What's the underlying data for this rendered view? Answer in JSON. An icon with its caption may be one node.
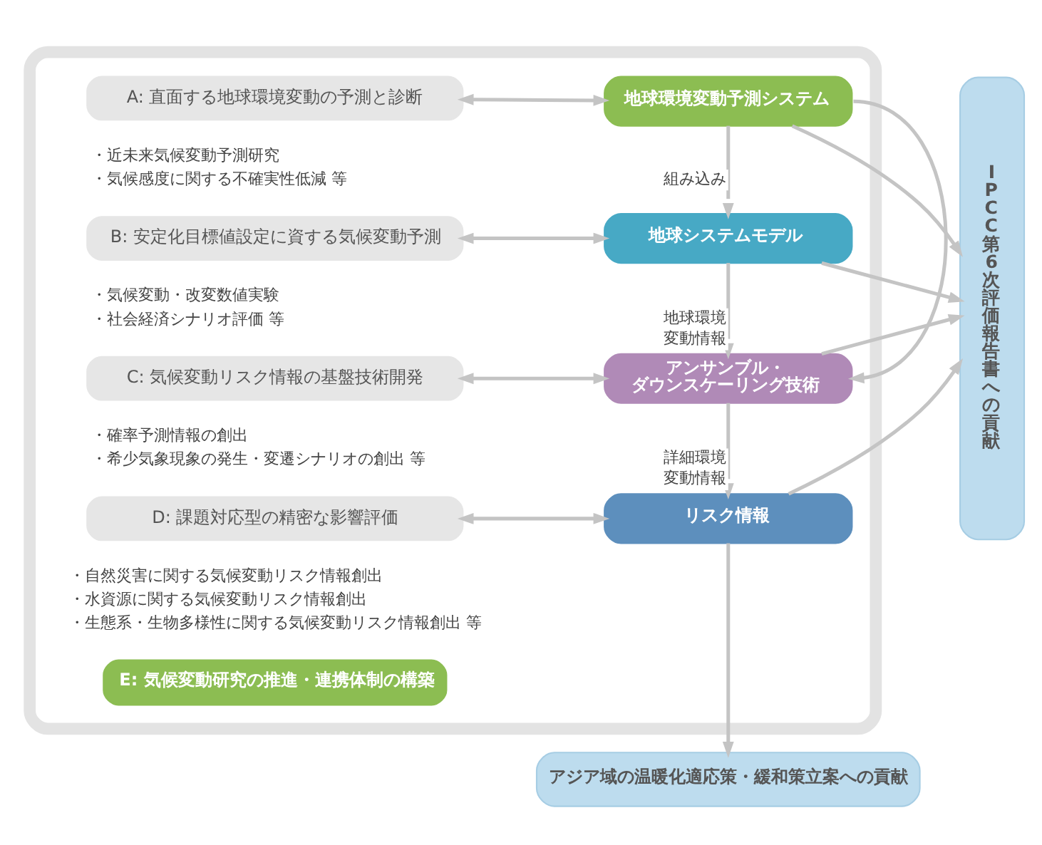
{
  "diagram": {
    "nodes": [
      {
        "text": [],
        "shape": "box"
      },
      {
        "text": [
          "A: 直面する地球環境変動の予測と診断"
        ],
        "in": 0,
        "beside": [
          "・近未来気候変動予測研究",
          "・気候感度に関する不確実性低減 等"
        ]
      },
      {
        "text": [
          "地球環境変動予測システム"
        ],
        "in": 0
      },
      {
        "text": [
          "B: 安定化目標値設定に資する気候変動予測"
        ],
        "in": 0,
        "beside": [
          "・気候変動・改変数値実験",
          "・社会経済シナリオ評価 等"
        ]
      },
      {
        "text": [
          "地球システムモデル"
        ],
        "in": 0
      },
      {
        "text": [
          "C: 気候変動リスク情報の基盤技術開発"
        ],
        "in": 0,
        "beside": [
          "・確率予測情報の創出",
          "・希少気象現象の発生・変遷シナリオの創出 等"
        ]
      },
      {
        "text": [
          "アンサンブル・ダウンスケーリング技術"
        ],
        "in": 0
      },
      {
        "text": [
          "D: 課題対応型の精密な影響評価"
        ],
        "in": 0,
        "beside": [
          "・自然災害に関する気候変動リスク情報創出",
          "・水資源に関する気候変動リスク情報創出",
          "・生態系・生物多様性に関する気候変動リスク情報創出 等"
        ]
      },
      {
        "text": [
          "リスク情報"
        ],
        "in": 0
      },
      {
        "text": [
          "E: 気候変動研究の推進・連携体制の構築"
        ],
        "in": 0
      },
      {
        "text": [
          "IPCC第6次評価報告書への貢献"
        ]
      },
      {
        "text": [
          "アジア域の温暖化適応策・緩和策立案への貢献"
        ]
      }
    ],
    "edges": [
      {
        "from": 1,
        "to": 2,
        "arrow": "both"
      },
      {
        "from": 2,
        "to": 10,
        "arrow": "to"
      },
      {
        "from": 2,
        "to": 4,
        "arrow": "to",
        "label": "組み込み"
      },
      {
        "from": 2,
        "to": 6,
        "arrow": "to"
      },
      {
        "from": 3,
        "to": 4,
        "arrow": "both"
      },
      {
        "from": 4,
        "to": 10,
        "arrow": "to"
      },
      {
        "from": 4,
        "to": 6,
        "arrow": "to",
        "label": "地球環境変動情報"
      },
      {
        "from": 5,
        "to": 6,
        "arrow": "both"
      },
      {
        "from": 6,
        "to": 10,
        "arrow": "to"
      },
      {
        "from": 6,
        "to": 8,
        "arrow": "to",
        "label": "詳細環境変動情報"
      },
      {
        "from": 7,
        "to": 8,
        "arrow": "both"
      },
      {
        "from": 8,
        "to": 10,
        "arrow": "to"
      },
      {
        "from": 8,
        "to": 11,
        "arrow": "to"
      }
    ]
  }
}
